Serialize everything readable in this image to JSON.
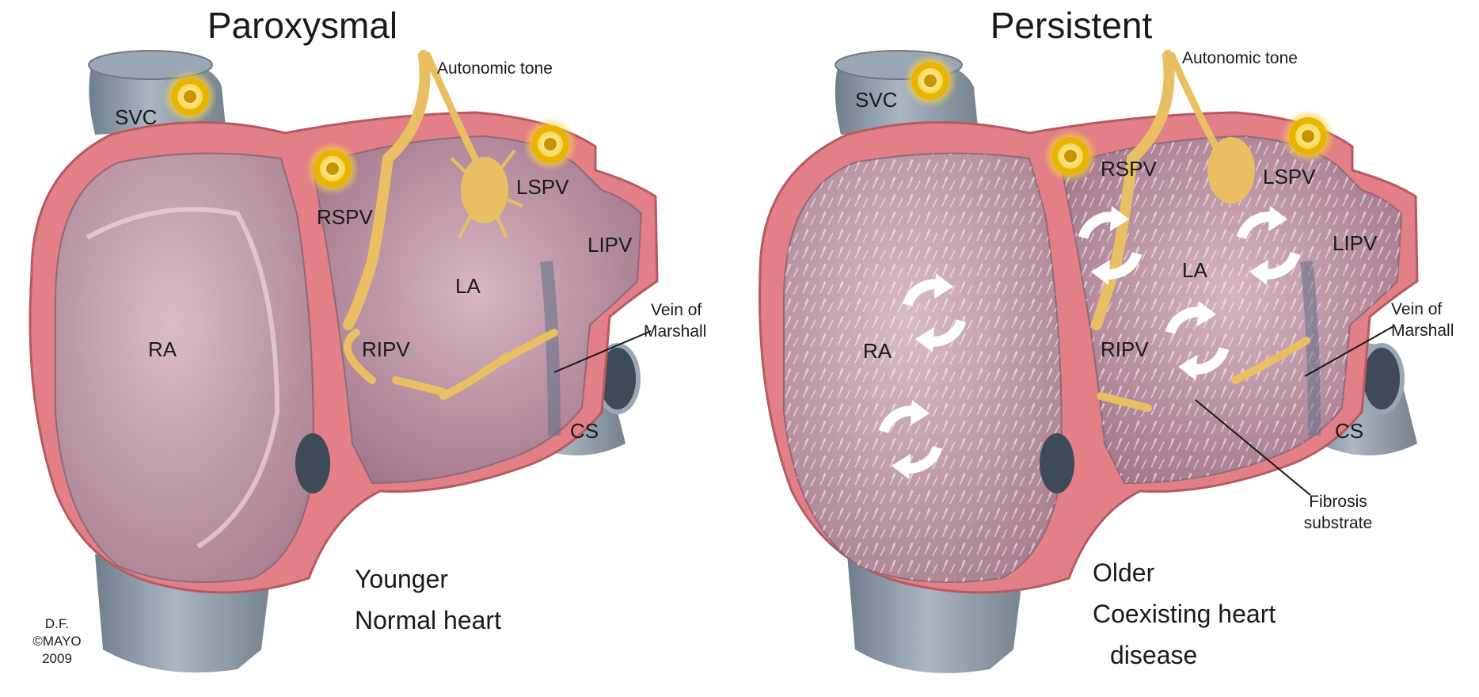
{
  "left_panel": {
    "title": "Paroxysmal",
    "labels": {
      "svc": "SVC",
      "rspv": "RSPV",
      "lspv": "LSPV",
      "lipv": "LIPV",
      "la": "LA",
      "ra": "RA",
      "ripv": "RIPV",
      "cs": "CS",
      "autonomic": "Autonomic tone",
      "vom_line1": "Vein of",
      "vom_line2": "Marshall"
    },
    "caption_line1": "Younger",
    "caption_line2": "Normal heart"
  },
  "right_panel": {
    "title": "Persistent",
    "labels": {
      "svc": "SVC",
      "rspv": "RSPV",
      "lspv": "LSPV",
      "lipv": "LIPV",
      "la": "LA",
      "ra": "RA",
      "ripv": "RIPV",
      "cs": "CS",
      "autonomic": "Autonomic tone",
      "vom_line1": "Vein of",
      "vom_line2": "Marshall",
      "fibrosis_line1": "Fibrosis",
      "fibrosis_line2": "substrate"
    },
    "caption_line1": "Older",
    "caption_line2": "Coexisting heart",
    "caption_line3": "disease"
  },
  "credit": {
    "line1": "D.F.",
    "line2": "©MAYO",
    "line3": "2009"
  },
  "colors": {
    "vessel": "#8a98a6",
    "wall": "#e37f86",
    "chamber": "#c9a3b0",
    "nerve": "#e8bf63",
    "focus": "#f2c300"
  }
}
